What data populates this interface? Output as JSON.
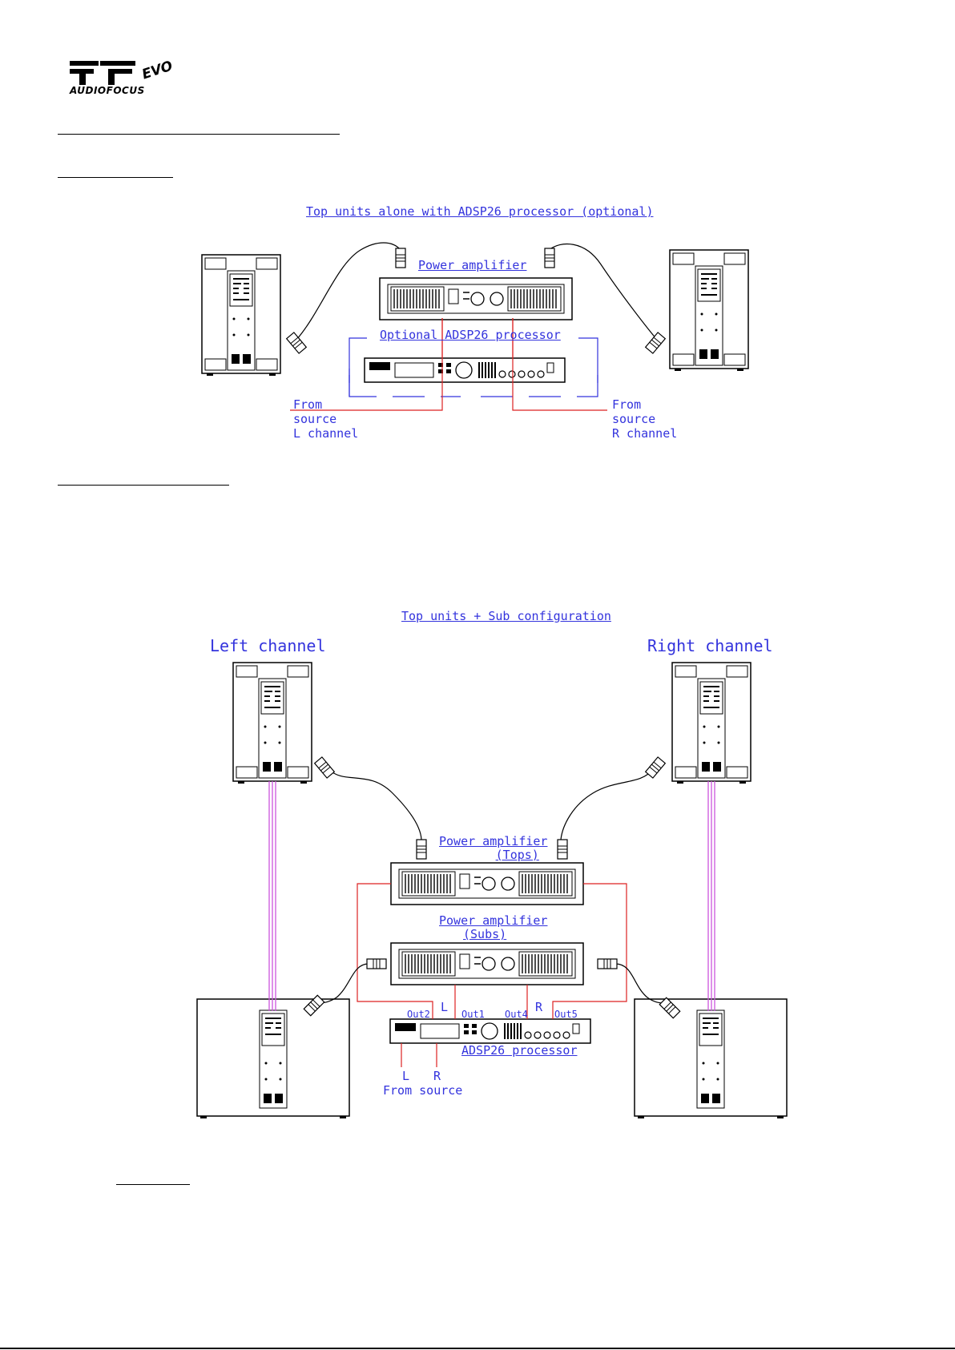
{
  "logo": {
    "brand": "AUDIOFOCUS",
    "suffix": "EVO"
  },
  "diagram1": {
    "title": "Top units alone with ADSP26 processor (optional)",
    "amp_label": "Power amplifier",
    "processor_label": "Optional ADSP26 processor",
    "left_source": [
      "From",
      "source",
      "L channel"
    ],
    "right_source": [
      "From",
      "source",
      "R channel"
    ]
  },
  "diagram2": {
    "title": "Top units + Sub configuration",
    "left_channel": "Left channel",
    "right_channel": "Right channel",
    "amp_tops": [
      "Power amplifier",
      "(Tops)"
    ],
    "amp_subs": [
      "Power amplifier",
      "(Subs)"
    ],
    "processor_label": "ADSP26 processor",
    "out_labels": {
      "out2": "Out2",
      "out1": "Out1",
      "out4": "Out4",
      "out5": "Out5",
      "l": "L",
      "r": "R"
    },
    "source_l": "L",
    "source_r": "R",
    "from_source": "From source"
  },
  "colors": {
    "label_blue": "#3333dd",
    "signal_red": "#dd2222",
    "link_magenta": "#cc55dd",
    "line_black": "#000000"
  }
}
